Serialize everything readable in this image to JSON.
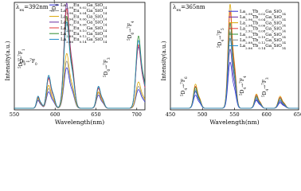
{
  "chart_data": [
    {
      "type": "line",
      "excitation_label": "λex=392nm",
      "xlabel": "Wavelength(nm)",
      "ylabel": "Intensity(a.u.)",
      "xlim": [
        550,
        710
      ],
      "xticks": [
        550,
        600,
        650,
        700
      ],
      "ylim": [
        0,
        1
      ],
      "ytick_labels_shown": false,
      "grid": false,
      "legend_position": "top-left",
      "series": [
        {
          "name": "La2.98Eu0.02Ga3SiO14",
          "color": "#2b2bd4",
          "peaks": [
            0.07,
            0.15,
            0.37,
            0.12,
            0.17
          ]
        },
        {
          "name": "La2.96Eu0.04Ga3SiO14",
          "color": "#8a8a8a",
          "peaks": [
            0.08,
            0.18,
            0.43,
            0.14,
            0.2
          ]
        },
        {
          "name": "La2.94Eu0.06Ga3SiO14",
          "color": "#d9a400",
          "peaks": [
            0.09,
            0.21,
            0.5,
            0.15,
            0.24
          ]
        },
        {
          "name": "La2.92Eu0.08Ga3SiO14",
          "color": "#6a2ea0",
          "peaks": [
            0.1,
            0.28,
            0.96,
            0.19,
            0.56
          ]
        },
        {
          "name": "La2.90Eu0.10Ga3SiO14",
          "color": "#e03a3a",
          "peaks": [
            0.1,
            0.27,
            0.91,
            0.18,
            0.58
          ]
        },
        {
          "name": "La2.88Eu0.12Ga3SiO14",
          "color": "#2e8c2e",
          "peaks": [
            0.11,
            0.3,
            0.84,
            0.2,
            0.66
          ]
        },
        {
          "name": "La2.86Eu0.14Ga3SiO14",
          "color": "#1e88c8",
          "peaks": [
            0.11,
            0.3,
            0.79,
            0.2,
            0.62
          ]
        }
      ],
      "peak_positions": [
        579,
        592,
        614,
        653,
        702
      ],
      "annotations": [
        {
          "text": "5D0→7F0",
          "x": 579
        },
        {
          "text": "5D0→7F1",
          "x": 592
        },
        {
          "text": "5D0→7F2",
          "x": 614
        },
        {
          "text": "5D0→7F3",
          "x": 653
        },
        {
          "text": "5D0→7F4",
          "x": 702
        }
      ]
    },
    {
      "type": "line",
      "excitation_label": "λex=365nm",
      "xlabel": "Wavelength(nm)",
      "ylabel": "Intensity(a.u.)",
      "xlim": [
        450,
        650
      ],
      "xticks": [
        450,
        500,
        550,
        600,
        650
      ],
      "ylim": [
        0,
        1
      ],
      "ytick_labels_shown": false,
      "grid": false,
      "legend_position": "top-right",
      "series": [
        {
          "name": "La2.98Tb0.02Ga3SiO14",
          "color": "#2b2bd4",
          "peaks": [
            0.12,
            0.42,
            0.07,
            0.05
          ]
        },
        {
          "name": "La2.96Tb0.04Ga3SiO14",
          "color": "#6a2ea0",
          "peaks": [
            0.15,
            0.54,
            0.08,
            0.06
          ]
        },
        {
          "name": "La2.94Tb0.06Ga3SiO14",
          "color": "#d9a400",
          "peaks": [
            0.22,
            0.95,
            0.13,
            0.11
          ]
        },
        {
          "name": "La2.92Tb0.08Ga3SiO14",
          "color": "#e03a3a",
          "peaks": [
            0.2,
            0.88,
            0.12,
            0.1
          ]
        },
        {
          "name": "La2.90Tb0.10Ga3SiO14",
          "color": "#2e8c2e",
          "peaks": [
            0.19,
            0.78,
            0.11,
            0.09
          ]
        },
        {
          "name": "La2.88Tb0.12Ga3SiO14",
          "color": "#8a8a8a",
          "peaks": [
            0.17,
            0.7,
            0.1,
            0.08
          ]
        },
        {
          "name": "La2.86Tb0.14Ga3SiO14",
          "color": "#1e88c8",
          "peaks": [
            0.16,
            0.64,
            0.09,
            0.07
          ]
        }
      ],
      "peak_positions": [
        489,
        543,
        584,
        621
      ],
      "annotations": [
        {
          "text": "5D4→7F6",
          "x": 489
        },
        {
          "text": "5D4→7F5",
          "x": 543
        },
        {
          "text": "5D4→7F4",
          "x": 584
        },
        {
          "text": "5D4→7F3",
          "x": 621
        }
      ]
    }
  ]
}
